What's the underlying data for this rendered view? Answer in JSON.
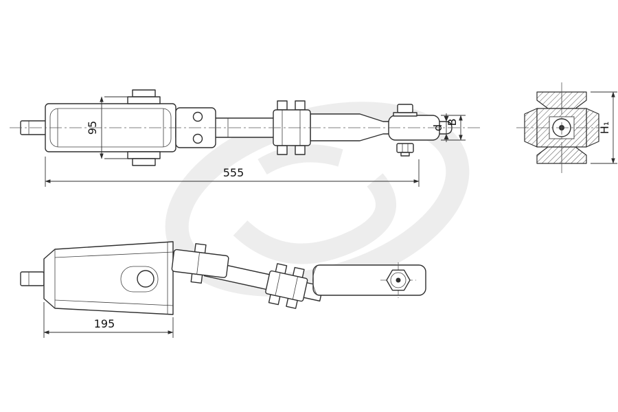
{
  "drawing": {
    "kind": "technical-drawing"
  },
  "colors": {
    "line": "#2e2e2e",
    "watermark": "#ededed"
  },
  "dimensions": {
    "overall_length": "555",
    "height_95": "95",
    "housing_length": "195",
    "label_B": "B",
    "label_d": "d",
    "label_H1": "H₁"
  }
}
